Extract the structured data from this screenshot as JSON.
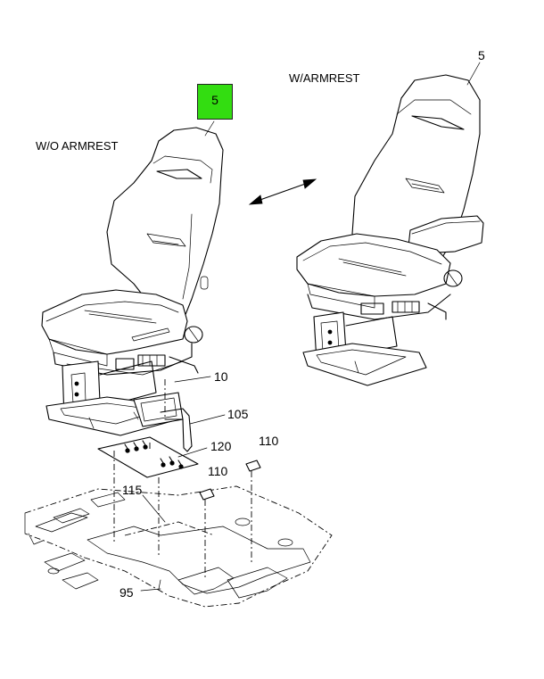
{
  "captions": {
    "without_armrest": "W/O ARMREST",
    "with_armrest": "W/ARMREST"
  },
  "callouts": {
    "seat_highlighted": "5",
    "seat_armrest": "5",
    "bracket_10": "10",
    "bracket_105": "105",
    "plate_120": "120",
    "pad_110_right": "110",
    "pad_110_left": "110",
    "hardware_115": "115",
    "floor_95": "95"
  },
  "colors": {
    "highlight": "#33dd11",
    "line": "#000000"
  }
}
